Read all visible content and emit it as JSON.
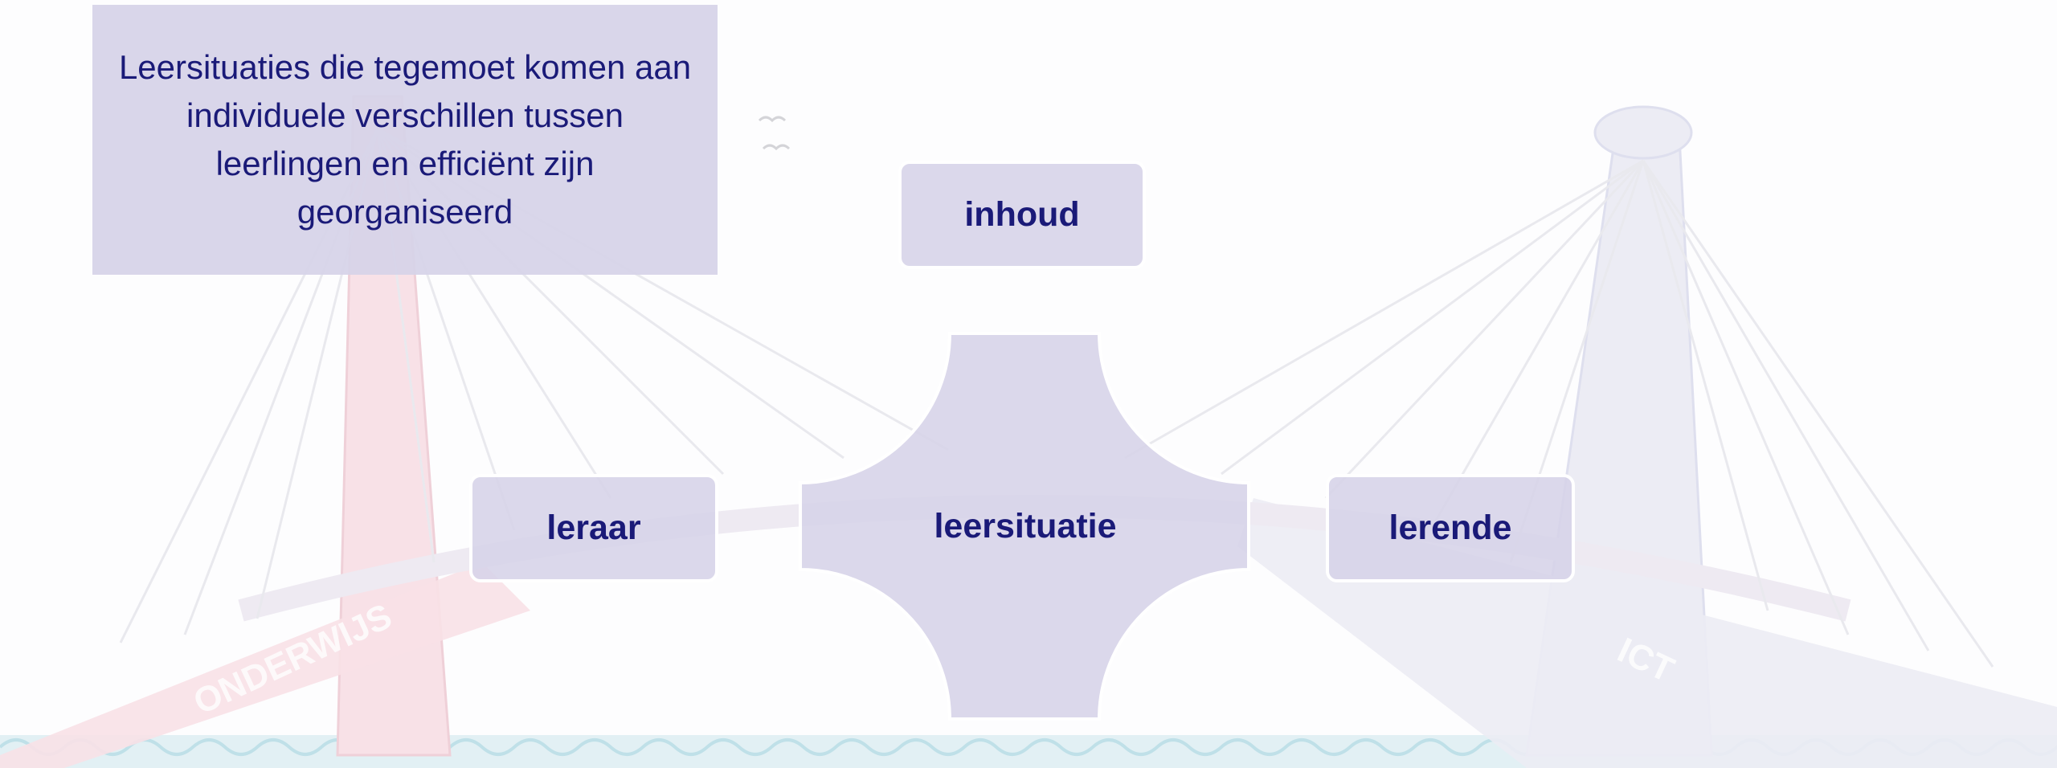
{
  "title": "Leersituaties die tegemoet komen aan individuele verschillen tussen leerlingen en efficiënt zijn georganiseerd",
  "diagram": {
    "center": "leersituatie",
    "top": "inhoud",
    "left": "leraar",
    "right": "lerende"
  },
  "background": {
    "left_pylon_text": "ONDERWIJS",
    "right_pylon_text": "ICT"
  },
  "colors": {
    "box_fill": "#d6d3e8",
    "text": "#1a1a78",
    "left_pylon": "#f3c9d4",
    "right_pylon": "#cfd0e6"
  }
}
